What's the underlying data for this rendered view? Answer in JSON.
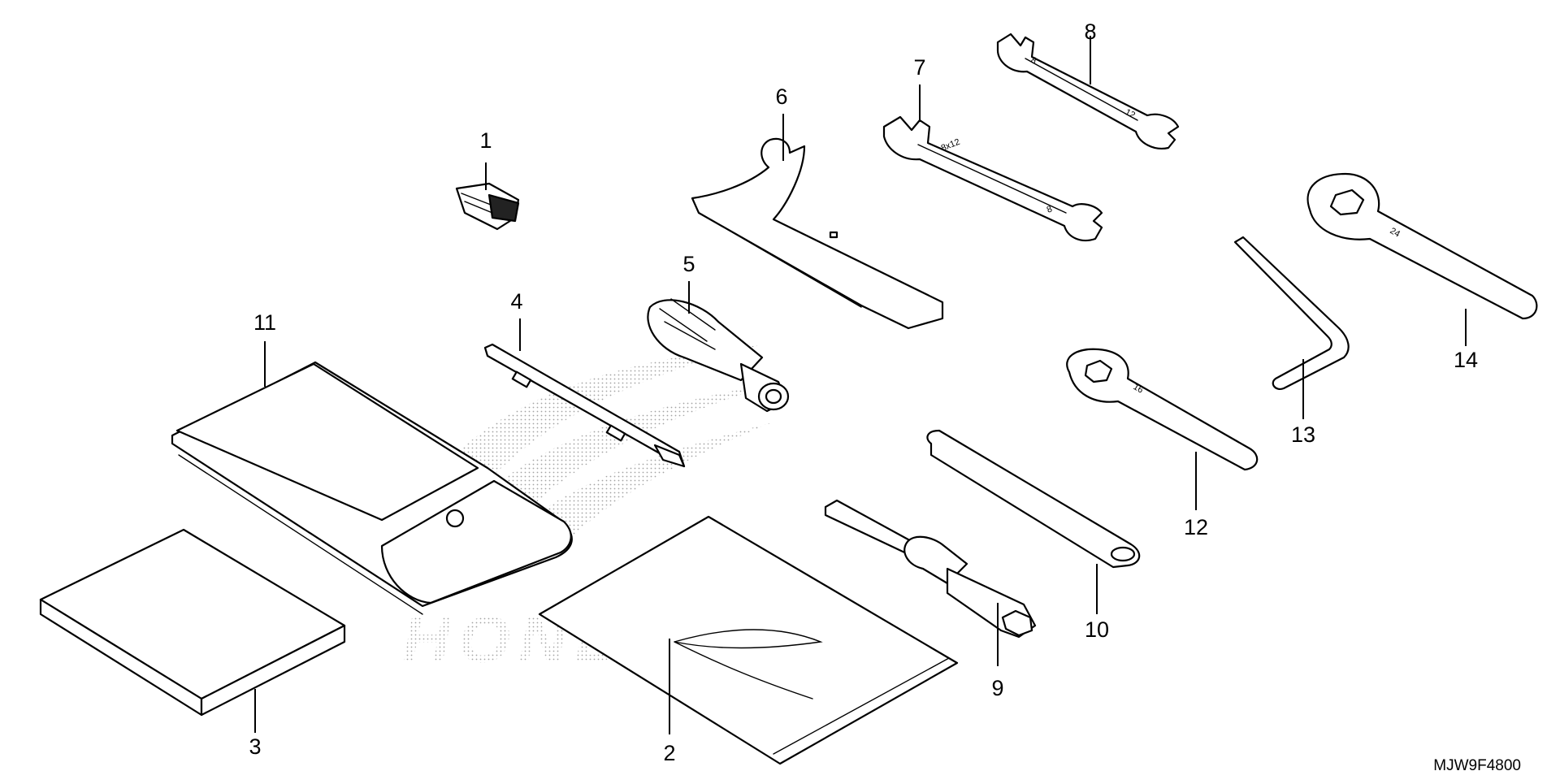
{
  "diagram": {
    "drawing_code": "MJW9F4800",
    "watermark_text": "HONDA",
    "callouts": [
      {
        "id": "callout-1",
        "label": "1"
      },
      {
        "id": "callout-2",
        "label": "2"
      },
      {
        "id": "callout-3",
        "label": "3"
      },
      {
        "id": "callout-4",
        "label": "4"
      },
      {
        "id": "callout-5",
        "label": "5"
      },
      {
        "id": "callout-6",
        "label": "6"
      },
      {
        "id": "callout-7",
        "label": "7"
      },
      {
        "id": "callout-8",
        "label": "8"
      },
      {
        "id": "callout-9",
        "label": "9"
      },
      {
        "id": "callout-10",
        "label": "10"
      },
      {
        "id": "callout-11",
        "label": "11"
      },
      {
        "id": "callout-12",
        "label": "12"
      },
      {
        "id": "callout-13",
        "label": "13"
      },
      {
        "id": "callout-14",
        "label": "14"
      }
    ],
    "engravings": {
      "wrench_7_a": "8x12",
      "wrench_7_b": "8",
      "wrench_8_a": "8",
      "wrench_8_b": "12",
      "ring_12": "16",
      "ring_14": "24"
    },
    "colors": {
      "line": "#000000",
      "fill": "#ffffff",
      "watermark": "#9a9a9a"
    }
  }
}
